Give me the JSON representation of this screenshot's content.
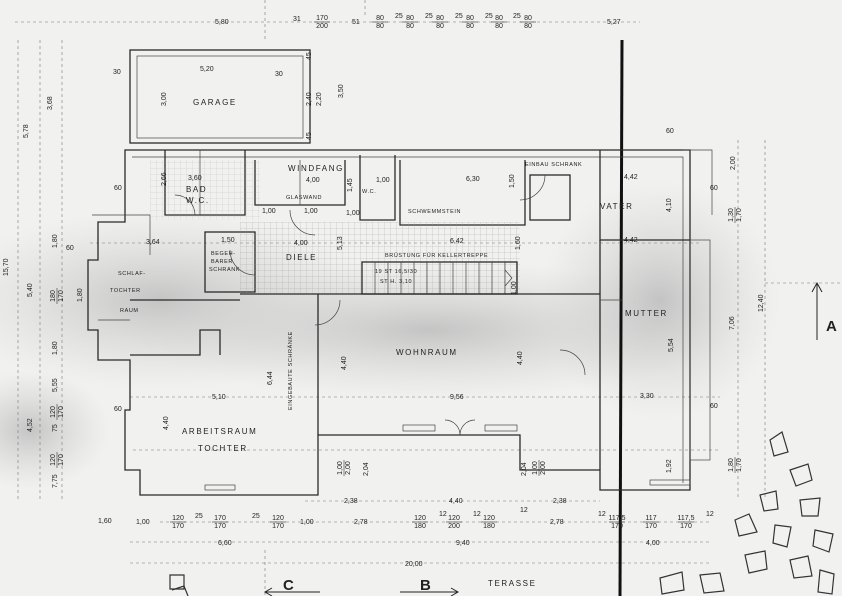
{
  "rooms": {
    "garage": "GARAGE",
    "bad": "BAD",
    "wc": "W.C.",
    "windfang": "WINDFANG",
    "glaswand": "GLASWAND",
    "wc2": "W.C.",
    "schwemmstein": "SCHWEMMSTEIN",
    "einbauschrank": "EINBAU SCHRANK",
    "vater": "VATER",
    "schrank_1": "BEGEH-",
    "schrank_2": "BARER",
    "schrank_3": "SCHRANK",
    "diele": "DIELE",
    "bruestung": "BRÜSTUNG FÜR KELLERTREPPE",
    "treppe_1": "19 ST 16,5/30",
    "treppe_2": "ST H. 3,10",
    "schlaf_1": "SCHLAF-",
    "schlaf_2": "TOCHTER",
    "schlaf_3": "RAUM",
    "wohnraum": "WOHNRAUM",
    "mutter": "MUTTER",
    "arbeit_1": "ARBEITSRAUM",
    "arbeit_2": "TOCHTER",
    "schraenke": "EINGEBAUTE SCHRÄNKE",
    "terasse": "TERASSE"
  },
  "sections": {
    "a": "A",
    "b": "B",
    "c": "C"
  },
  "dimensions": {
    "top": [
      "5,80",
      "31",
      "51",
      "25",
      "25",
      "25",
      "25",
      "25",
      "5,27"
    ],
    "top_fractions": [
      {
        "n": "170",
        "d": "200"
      },
      {
        "n": "80",
        "d": "80"
      },
      {
        "n": "80",
        "d": "80"
      },
      {
        "n": "80",
        "d": "80"
      },
      {
        "n": "80",
        "d": "80"
      },
      {
        "n": "80",
        "d": "80"
      },
      {
        "n": "80",
        "d": "80"
      }
    ],
    "garage": [
      "5,20",
      "3,00",
      "30",
      "30",
      "45",
      "45",
      "2,40",
      "2,20",
      "3,50"
    ],
    "interior": [
      "3,60",
      "2,66",
      "4,00",
      "1,45",
      "1,00",
      "1,00",
      "1,00",
      "1,00",
      "6,30",
      "1,50",
      "3,64",
      "4,00",
      "5,13",
      "6,42",
      "1,60",
      "1,00",
      "4,42",
      "4,42",
      "4,10",
      "1,50"
    ],
    "main": [
      "4,40",
      "4,40",
      "9,56",
      "5,10",
      "6,44",
      "4,40",
      "3,30",
      "5,54",
      "7,06",
      "12,40",
      "2,00",
      "1,92",
      "2,04",
      "2,04",
      "60",
      "60",
      "60",
      "60",
      "60",
      "60"
    ],
    "left": [
      "5,78",
      "3,68",
      "15,70",
      "5,40",
      "1,80",
      "1,80",
      "1,80",
      "4,52",
      "5,55",
      "75",
      "7,75"
    ],
    "left_fractions": [
      {
        "n": "180",
        "d": "170"
      },
      {
        "n": "120",
        "d": "170"
      },
      {
        "n": "120",
        "d": "170"
      }
    ],
    "right_fractions": [
      {
        "n": "1,30",
        "d": "1,70"
      },
      {
        "n": "1,80",
        "d": "1,70"
      }
    ],
    "bottom_row1": [
      "2,38",
      "4,40",
      "2,38"
    ],
    "bottom_row2": [
      "1,60",
      "1,00",
      "25",
      "25",
      "1,00",
      "2,78",
      "2,78",
      "12",
      "12",
      "12",
      "12",
      "12"
    ],
    "bottom_fractions": [
      {
        "n": "120",
        "d": "170"
      },
      {
        "n": "170",
        "d": "170"
      },
      {
        "n": "120",
        "d": "170"
      },
      {
        "n": "120",
        "d": "180"
      },
      {
        "n": "120",
        "d": "200"
      },
      {
        "n": "120",
        "d": "180"
      },
      {
        "n": "117,5",
        "d": "170"
      },
      {
        "n": "117",
        "d": "170"
      },
      {
        "n": "117,5",
        "d": "170"
      }
    ],
    "door_fractions": [
      {
        "n": "1,00",
        "d": "2,00"
      },
      {
        "n": "1,00",
        "d": "2,00"
      }
    ],
    "bottom_row3": [
      "6,60",
      "9,40",
      "4,00"
    ],
    "total": "20,00"
  }
}
